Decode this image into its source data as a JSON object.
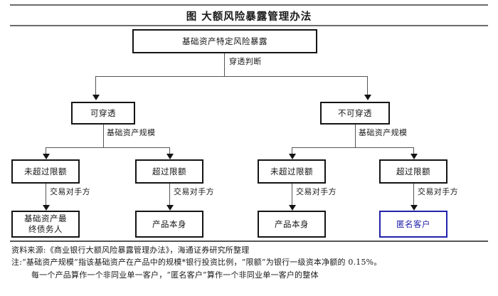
{
  "title": "图  大额风险暴露管理办法",
  "flow": {
    "root": {
      "label": "基础资产特定风险暴露"
    },
    "root_edge_label": "穿透判断",
    "level2": [
      {
        "label": "可穿透",
        "edge_label": "基础资产规模"
      },
      {
        "label": "不可穿透",
        "edge_label": "基础资产规模"
      }
    ],
    "level3": [
      {
        "label": "未超过限额",
        "edge_label": "交易对手方"
      },
      {
        "label": "超过限额",
        "edge_label": "交易对手方"
      },
      {
        "label": "未超过限额",
        "edge_label": "交易对手方"
      },
      {
        "label": "超过限额",
        "edge_label": "交易对手方"
      }
    ],
    "level4": [
      {
        "label": "基础资产最\n终债务人",
        "line1": "基础资产最",
        "line2": "终债务人",
        "highlight": false
      },
      {
        "label": "产品本身",
        "line1": "产品本身",
        "line2": "",
        "highlight": false
      },
      {
        "label": "产品本身",
        "line1": "产品本身",
        "line2": "",
        "highlight": false
      },
      {
        "label": "匿名客户",
        "line1": "匿名客户",
        "line2": "",
        "highlight": true
      }
    ]
  },
  "footer": {
    "source": "资料来源:《商业银行大额风险暴露管理办法》，海通证券研究所整理",
    "note_line1": "注:“基础资产规模”指该基础资产在产品中的规模*银行投资比例，“限额”为银行一级资本净额的 0.15%。",
    "note_line2": "每一个产品算作一个非同业单一客户，“匿名客户”算作一个非同业单一客户的整体"
  },
  "colors": {
    "highlight": "#2222AA",
    "box_border": "#141414",
    "rule": "#6B6B6B"
  }
}
